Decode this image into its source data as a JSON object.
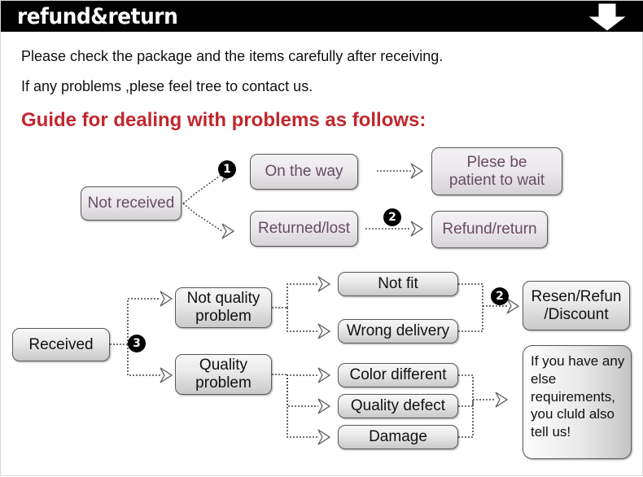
{
  "header": {
    "title": "refund&return",
    "arrow_icon": "down-arrow-icon",
    "bar_color": "#000000",
    "title_color": "#ffffff"
  },
  "intro": {
    "line1": "Please check the package and the items carefully after receiving.",
    "line2": "If any problems ,plese feel tree to contact us.",
    "guide_heading": "Guide for dealing with problems as follows:",
    "guide_color": "#c1272d"
  },
  "flow_not_received": {
    "source": "Not received",
    "markers": [
      "1",
      "2"
    ],
    "branches": [
      {
        "state": "On the way",
        "result": "Plese be\npatient to wait",
        "result_line1": "Plese be",
        "result_line2": "patient to wait"
      },
      {
        "state": "Returned/lost",
        "result": "Refund/return"
      }
    ]
  },
  "flow_received": {
    "source": "Received",
    "markers": [
      "3",
      "2"
    ],
    "categories": [
      {
        "label_line1": "Not quality",
        "label_line2": "problem",
        "reasons": [
          "Not fit",
          "Wrong delivery"
        ]
      },
      {
        "label_line1": "Quality",
        "label_line2": "problem",
        "reasons": [
          "Color different",
          "Quality defect",
          "Damage"
        ]
      }
    ],
    "reasons_flat": [
      "Not fit",
      "Wrong delivery",
      "Color different",
      "Quality defect",
      "Damage"
    ],
    "outcome_line1": "Resen/Refun",
    "outcome_line2": "/Discount",
    "note": "If you have any else requirements, you cluld also tell us!"
  },
  "colors": {
    "mauve_text": "#6b4a63",
    "box_border": "#5a5a5a",
    "wire": "#3a3a3a"
  }
}
